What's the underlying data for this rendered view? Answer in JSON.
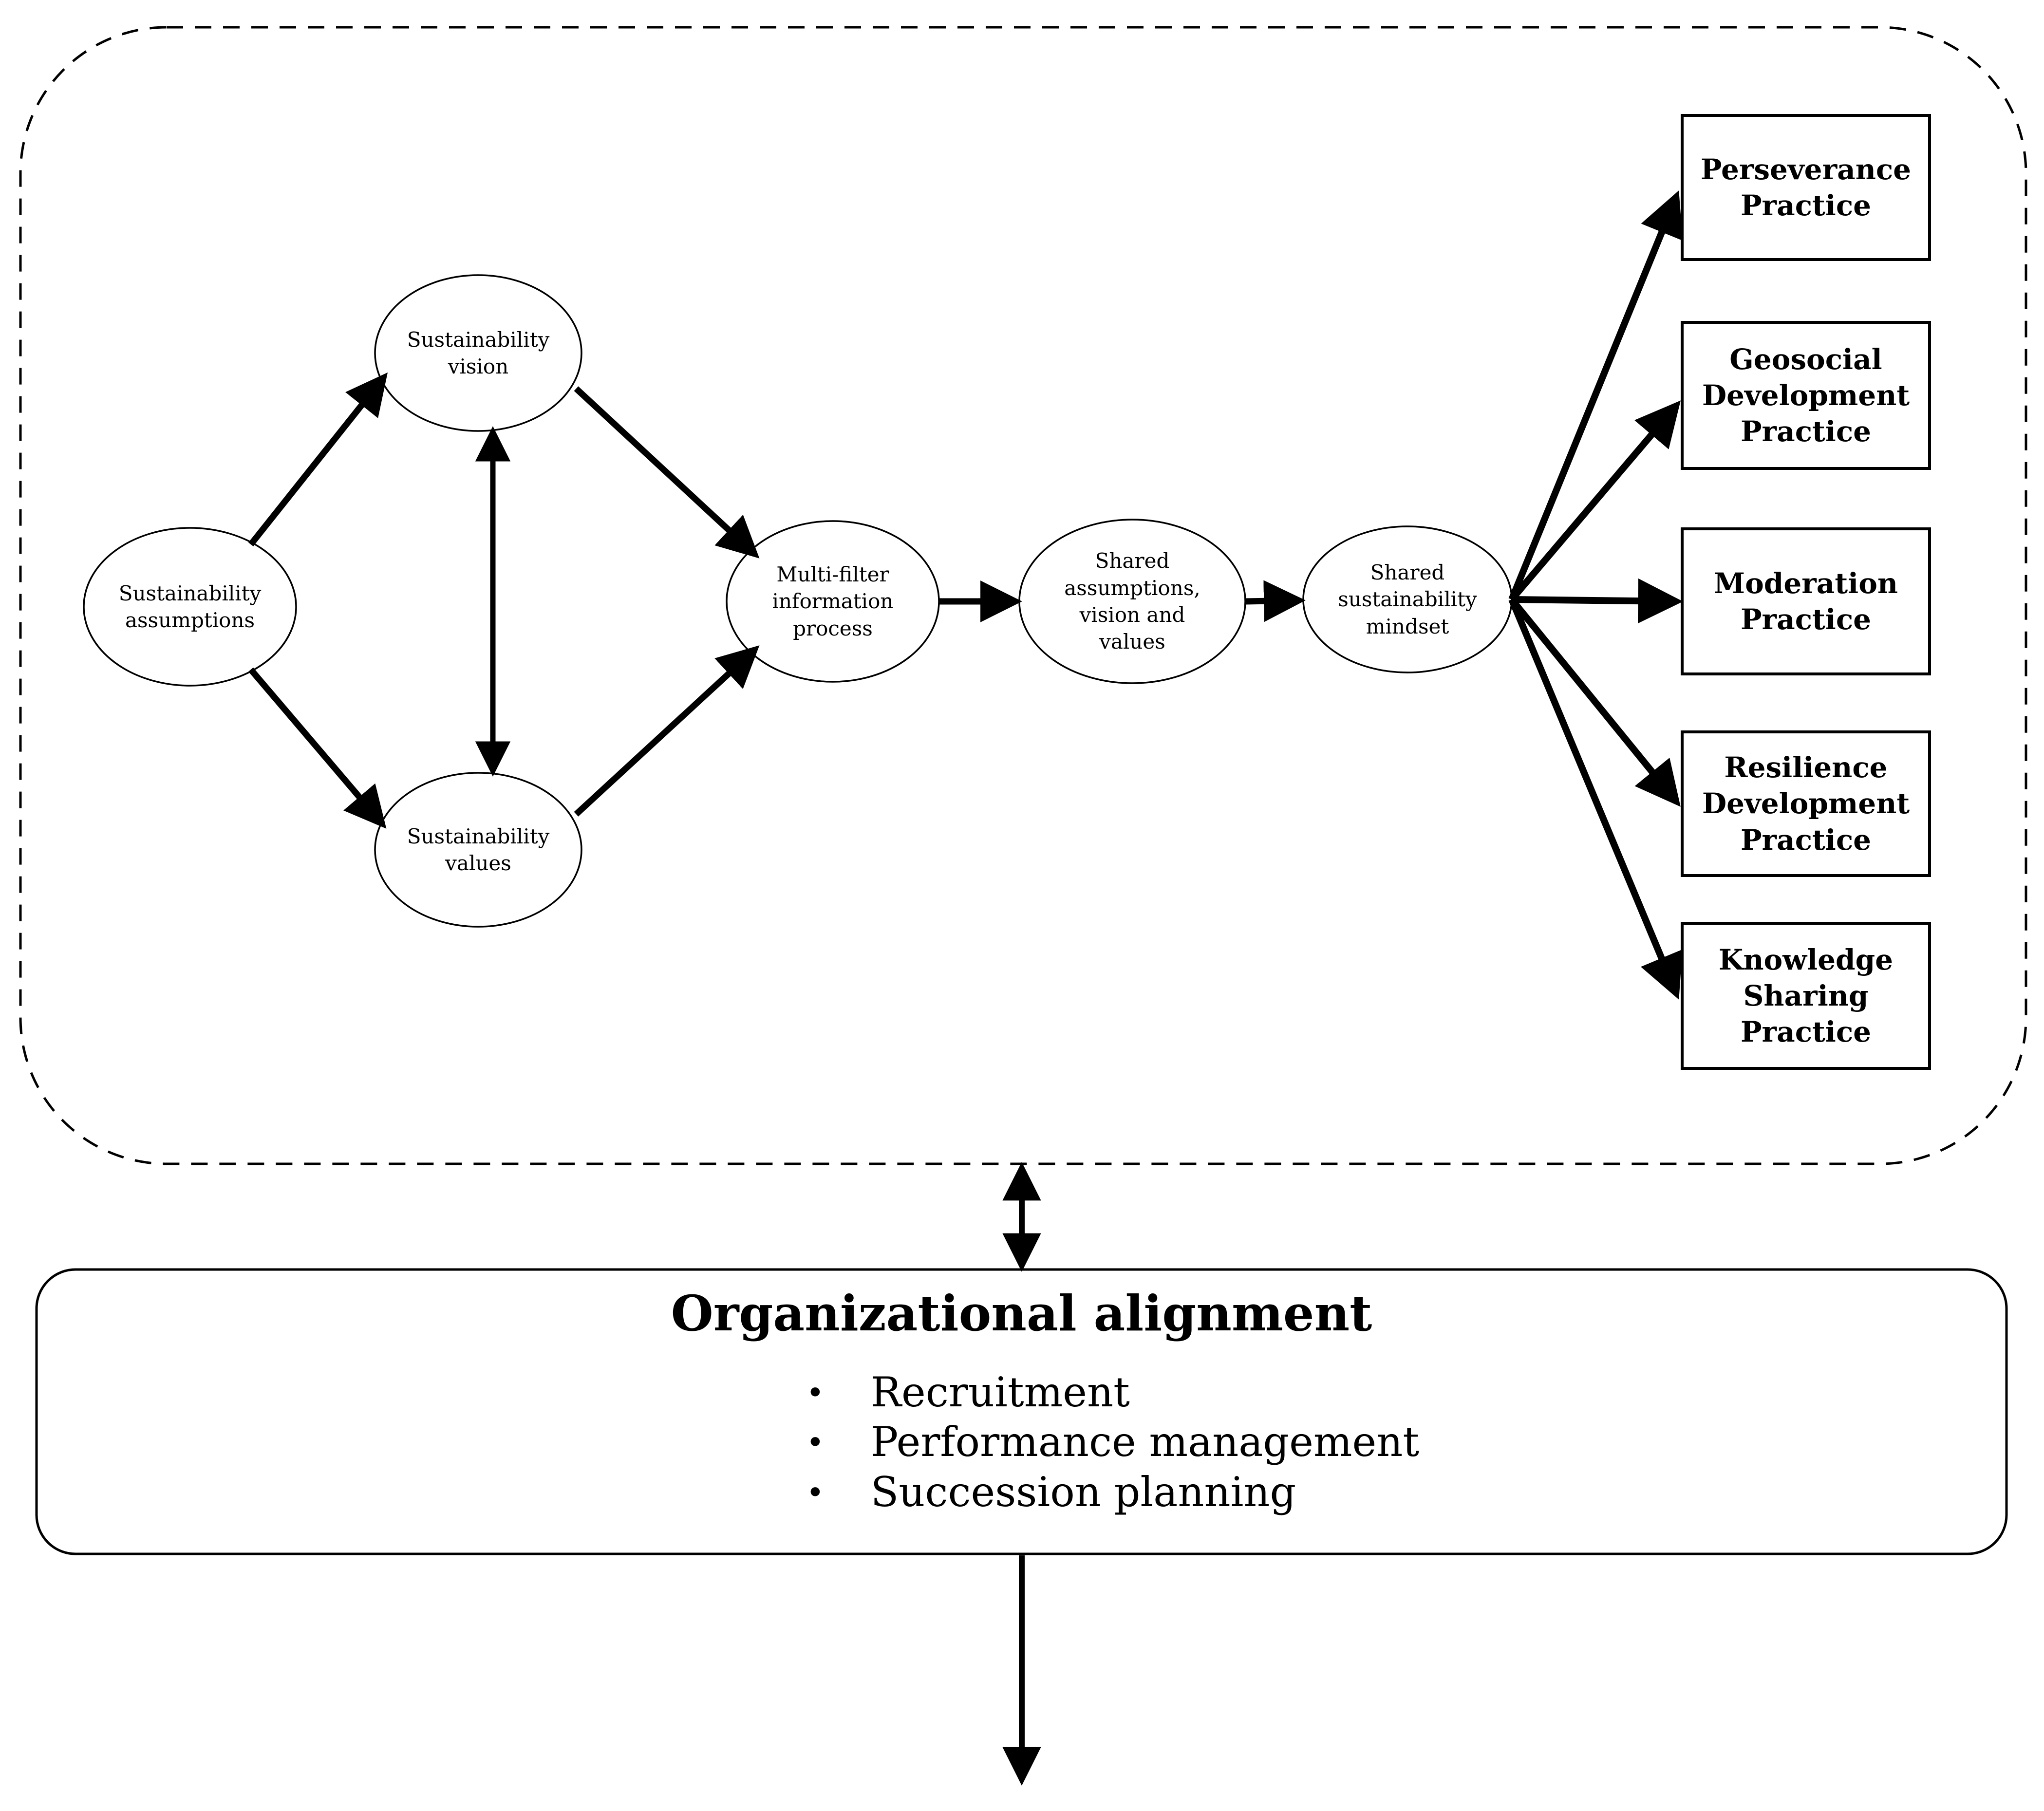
{
  "figure": {
    "background": "#ffffff",
    "line_color": "#000000",
    "nodes": {
      "assumptions": {
        "label": "Sustainability\nassumptions"
      },
      "vision": {
        "label": "Sustainability\nvision"
      },
      "values": {
        "label": "Sustainability\nvalues"
      },
      "multi_filter": {
        "label": "Multi-filter\ninformation\nprocess"
      },
      "shared_avv": {
        "label": "Shared\nassumptions,\nvision and\nvalues"
      },
      "shared_mindset": {
        "label": "Shared\nsustainability\nmindset"
      }
    },
    "practices": [
      {
        "label": "Perseverance\nPractice"
      },
      {
        "label": "Geosocial\nDevelopment\nPractice"
      },
      {
        "label": "Moderation\nPractice"
      },
      {
        "label": "Resilience\nDevelopment\nPractice"
      },
      {
        "label": "Knowledge\nSharing\nPractice"
      }
    ],
    "alignment": {
      "title": "Organizational alignment",
      "bullet_char": "•",
      "items": [
        "Recruitment",
        "Performance management",
        "Succession planning"
      ]
    }
  }
}
